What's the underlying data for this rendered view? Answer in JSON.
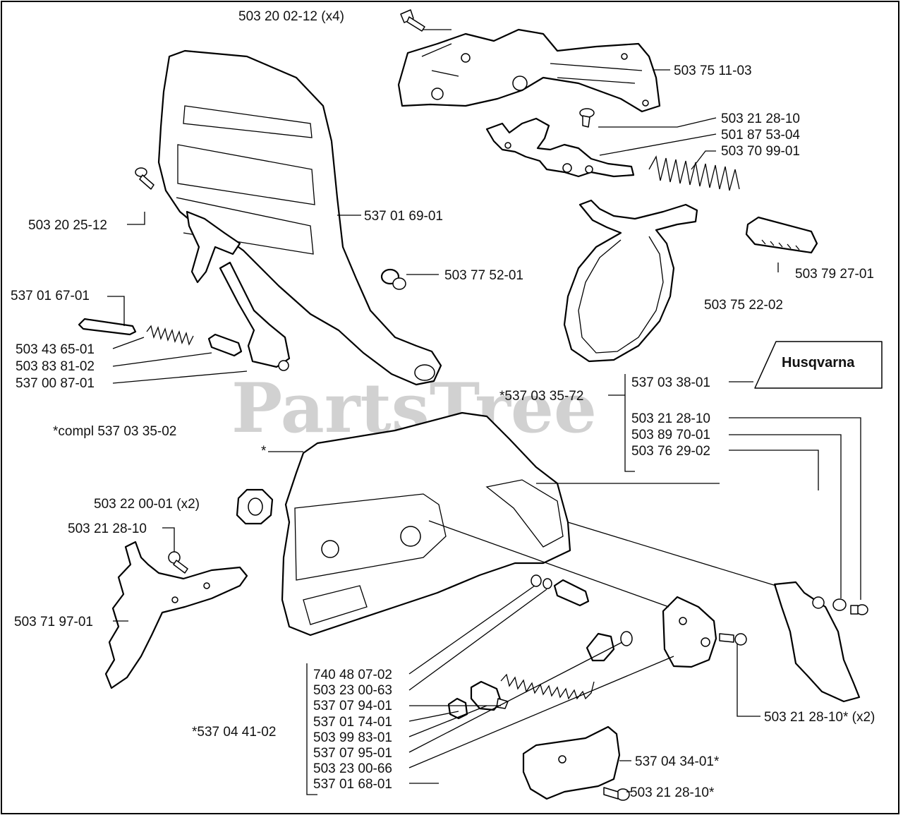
{
  "watermark": "PartsTree",
  "watermark_tm": "™",
  "brand_label": "Husqvarna",
  "callouts": {
    "c01": "503 20 02-12 (x4)",
    "c02": "503 75 11-03",
    "c03": "503 21 28-10",
    "c04": "501 87 53-04",
    "c05": "503 70 99-01",
    "c06": "503 20 25-12",
    "c07": "537 01 69-01",
    "c08": "503 77 52-01",
    "c09": "503 79 27-01",
    "c10": "503 75 22-02",
    "c11": "537 01 67-01",
    "c12": "503 43 65-01",
    "c13": "503 83 81-02",
    "c14": "537 00 87-01",
    "c15": "537 03 38-01",
    "c16": "*537 03 35-72",
    "c17": "*compl 537 03 35-02",
    "c18": "503 21 28-10",
    "c19": "503 89 70-01",
    "c20": "503 76 29-02",
    "c21": "*",
    "c22": "503 22 00-01 (x2)",
    "c23": "503 21 28-10",
    "c24": "503 71 97-01",
    "c25": "740 48 07-02",
    "c26": "503 23 00-63",
    "c27": "537 07 94-01",
    "c28": "537 01 74-01",
    "c29": "503 99 83-01",
    "c30": "537 07 95-01",
    "c31": "503 23 00-66",
    "c32": "537 01 68-01",
    "c33": "*537 04 41-02",
    "c34": "503 21 28-10* (x2)",
    "c35": "537 04 34-01*",
    "c36": "503 21 28-10*"
  }
}
